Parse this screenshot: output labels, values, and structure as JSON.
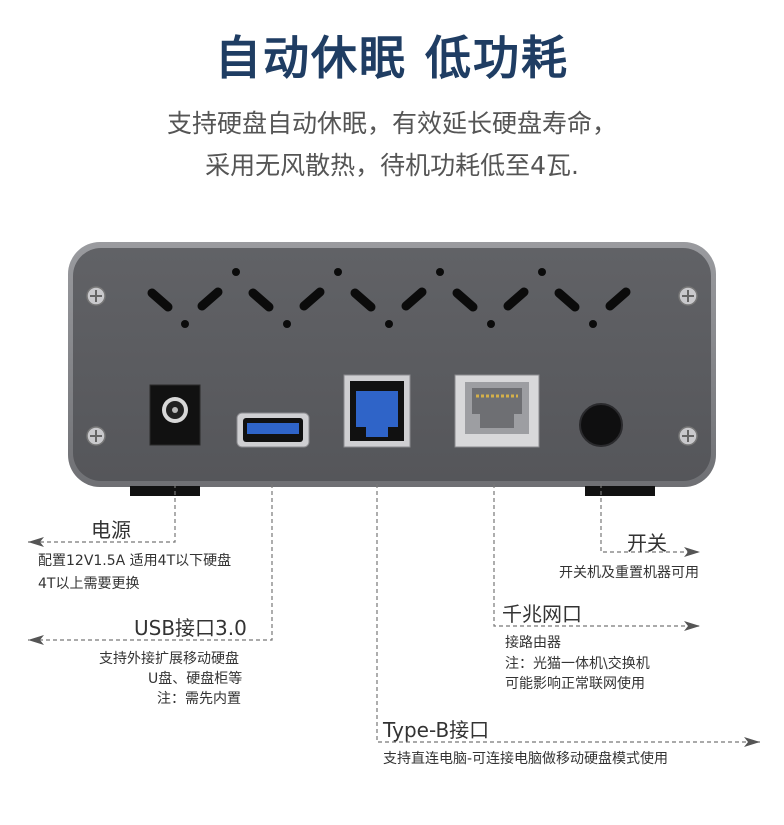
{
  "header": {
    "title": "自动休眠 低功耗",
    "line1": "支持硬盘自动休眠，有效延长硬盘寿命，",
    "line2": "采用无风散热，待机功耗低至4瓦."
  },
  "ports": {
    "power": {
      "label": "电源",
      "desc1": "配置12V1.5A 适用4T以下硬盘",
      "desc2": "4T以上需要更换"
    },
    "usb": {
      "label": "USB接口3.0",
      "desc1": "支持外接扩展移动硬盘",
      "desc2": "U盘、硬盘柜等",
      "desc3": "注：需先内置"
    },
    "typeb": {
      "label": "Type-B接口",
      "desc1": "支持直连电脑-可连接电脑做移动硬盘模式使用"
    },
    "lan": {
      "label": "千兆网口",
      "desc1": "接路由器",
      "desc2": "注：光猫一体机\\交换机",
      "desc3": "可能影响正常联网使用"
    },
    "switch": {
      "label": "开关",
      "desc1": "开关机及重置机器可用"
    }
  },
  "colors": {
    "title": "#1f3d63",
    "usb_blue": "#2f64c8",
    "panel": "#5a5b5f"
  }
}
